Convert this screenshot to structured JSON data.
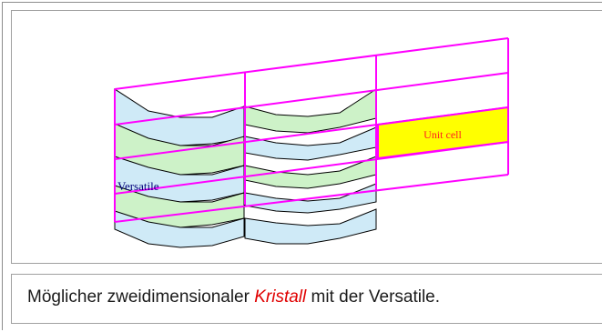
{
  "figure": {
    "label_unit_cell": "Unit cell",
    "label_versatile": "Versatile",
    "colors": {
      "lattice": "#ff00ff",
      "unit_cell_fill": "#ffff00",
      "unit_cell_text": "#ff2020",
      "versatile_text": "#00007a",
      "blue_fill": "#cfeaf7",
      "green_fill": "#cdf2c8",
      "outline": "#000000"
    }
  },
  "caption": {
    "before": "Möglicher zweidimensionaler",
    "link": "Kristall",
    "after": "mit der Versatile."
  }
}
